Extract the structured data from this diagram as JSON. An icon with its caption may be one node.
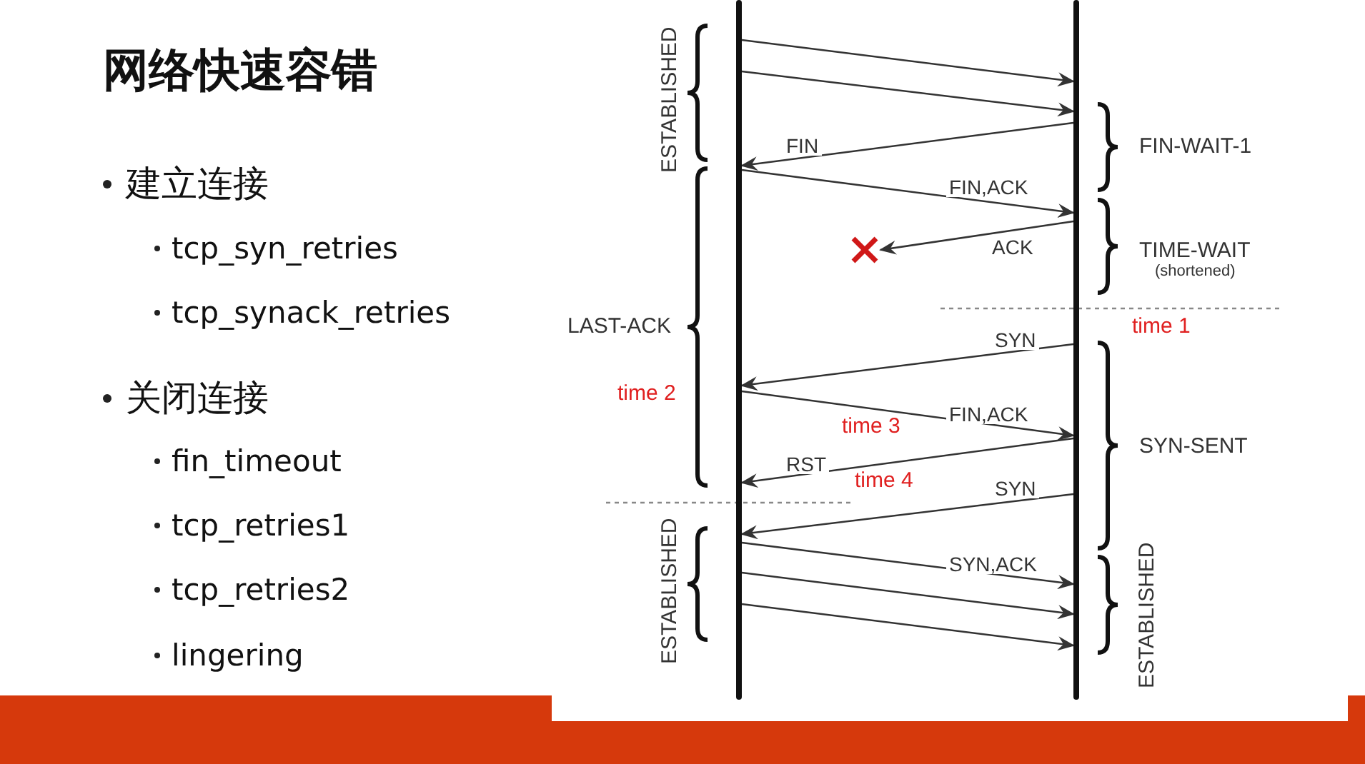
{
  "diagram": {
    "title": "网络快速容错",
    "nodes": [
      {
        "text": [],
        "shape": "bar"
      },
      {
        "text": [],
        "shape": "bar"
      },
      {
        "text": [],
        "shape": "cross"
      }
    ],
    "edges": [
      {
        "from": 0,
        "to": 1,
        "arrow": "to"
      },
      {
        "from": 0,
        "to": 1,
        "arrow": "to"
      },
      {
        "from": 1,
        "to": 0,
        "arrow": "to",
        "label": "FIN"
      },
      {
        "from": 0,
        "to": 1,
        "arrow": "to",
        "label": "FIN,ACK"
      },
      {
        "from": 1,
        "to": 2,
        "arrow": "to",
        "label": "ACK"
      },
      {
        "from": 1,
        "to": 0,
        "arrow": "to",
        "label": "SYN"
      },
      {
        "from": 0,
        "to": 1,
        "arrow": "to",
        "label": "FIN,ACK"
      },
      {
        "from": 1,
        "to": 0,
        "arrow": "to",
        "label": "RST"
      },
      {
        "from": 1,
        "to": 0,
        "arrow": "to",
        "label": "SYN"
      },
      {
        "from": 0,
        "to": 1,
        "arrow": "to",
        "label": "SYN,ACK"
      },
      {
        "from": 0,
        "to": 1,
        "arrow": "to"
      },
      {
        "from": 0,
        "to": 1,
        "arrow": "to"
      }
    ],
    "labels": [
      "建立连接",
      "tcp_syn_retries",
      "tcp_synack_retries",
      "关闭连接",
      "fin_timeout",
      "tcp_retries1",
      "tcp_retries2",
      "lingering",
      "ESTABLISHED",
      "FIN-WAIT-1",
      "TIME-WAIT",
      "(shortened)",
      "LAST-ACK",
      "time 1",
      "time 2",
      "time 3",
      "SYN-SENT",
      "time 4",
      "ESTABLISHED",
      "ESTABLISHED"
    ]
  }
}
